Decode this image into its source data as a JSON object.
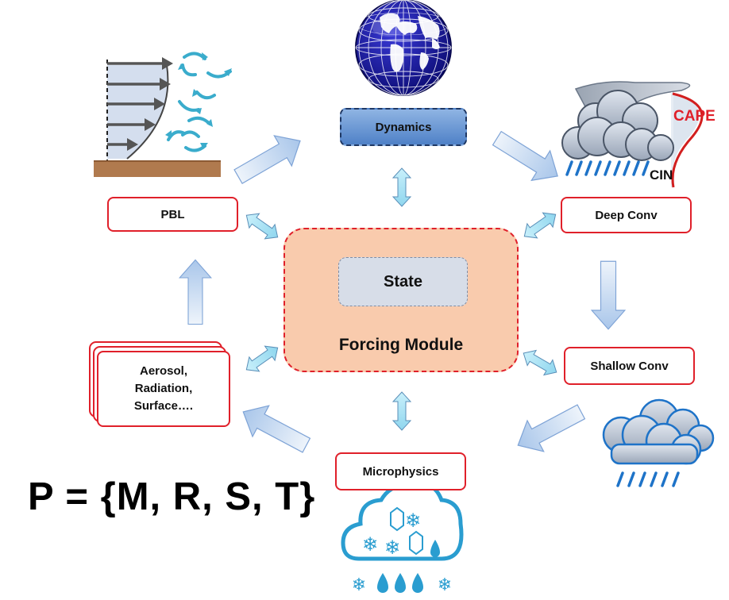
{
  "modules": {
    "dynamics": "Dynamics",
    "pbl": "PBL",
    "deep_conv": "Deep Conv",
    "shallow_conv": "Shallow Conv",
    "microphysics": "Microphysics",
    "aerosol_lines": [
      "Aerosol,",
      "Radiation,",
      "Surface…."
    ]
  },
  "core": {
    "state": "State",
    "forcing": "Forcing Module"
  },
  "convection_labels": {
    "cape": "CAPE",
    "cin": "CIN"
  },
  "formula": "P = {M, R, S, T}",
  "icons": [
    "globe-icon",
    "wind-profile-icon",
    "thunderstorm-icon",
    "rain-cloud-icon",
    "snow-cloud-icon"
  ],
  "colors": {
    "module_border": "#e0202a",
    "forcing_fill": "#f9cbad",
    "dynamics_fill": "#4f81c7",
    "arrow_fill": "#c5d9f1"
  }
}
